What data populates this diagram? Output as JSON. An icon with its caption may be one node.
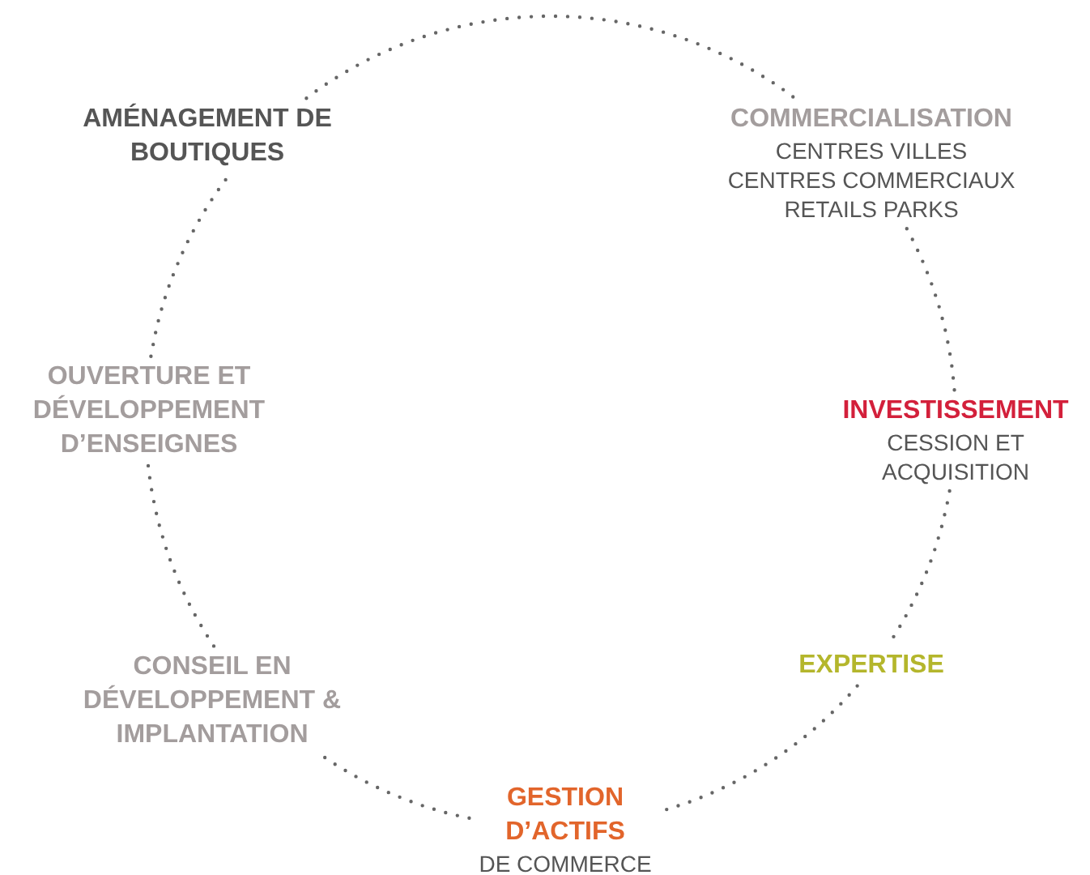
{
  "diagram": {
    "nodes": [
      {
        "text": [
          "AMÉNAGEMENT DE BOUTIQUES"
        ]
      },
      {
        "text": [
          "COMMERCIALISATION",
          "CENTRES VILLES",
          "CENTRES COMMERCIAUX",
          "RETAILS PARKS"
        ]
      },
      {
        "text": [
          "INVESTISSEMENT",
          "CESSION ET ACQUISITION"
        ]
      },
      {
        "text": [
          "EXPERTISE"
        ]
      },
      {
        "text": [
          "GESTION D’ACTIFS",
          "DE COMMERCE"
        ]
      },
      {
        "text": [
          "CONSEIL EN DÉVELOPPEMENT & IMPLANTATION"
        ]
      },
      {
        "text": [
          "OUVERTURE ET DÉVELOPPEMENT D’ENSEIGNES"
        ]
      }
    ],
    "edges": [
      {
        "from": 0,
        "to": 1,
        "arrow": "none"
      },
      {
        "from": 1,
        "to": 2,
        "arrow": "none"
      },
      {
        "from": 2,
        "to": 3,
        "arrow": "none"
      },
      {
        "from": 3,
        "to": 4,
        "arrow": "none"
      },
      {
        "from": 4,
        "to": 5,
        "arrow": "none"
      },
      {
        "from": 5,
        "to": 6,
        "arrow": "none"
      },
      {
        "from": 6,
        "to": 0,
        "arrow": "none"
      }
    ]
  }
}
